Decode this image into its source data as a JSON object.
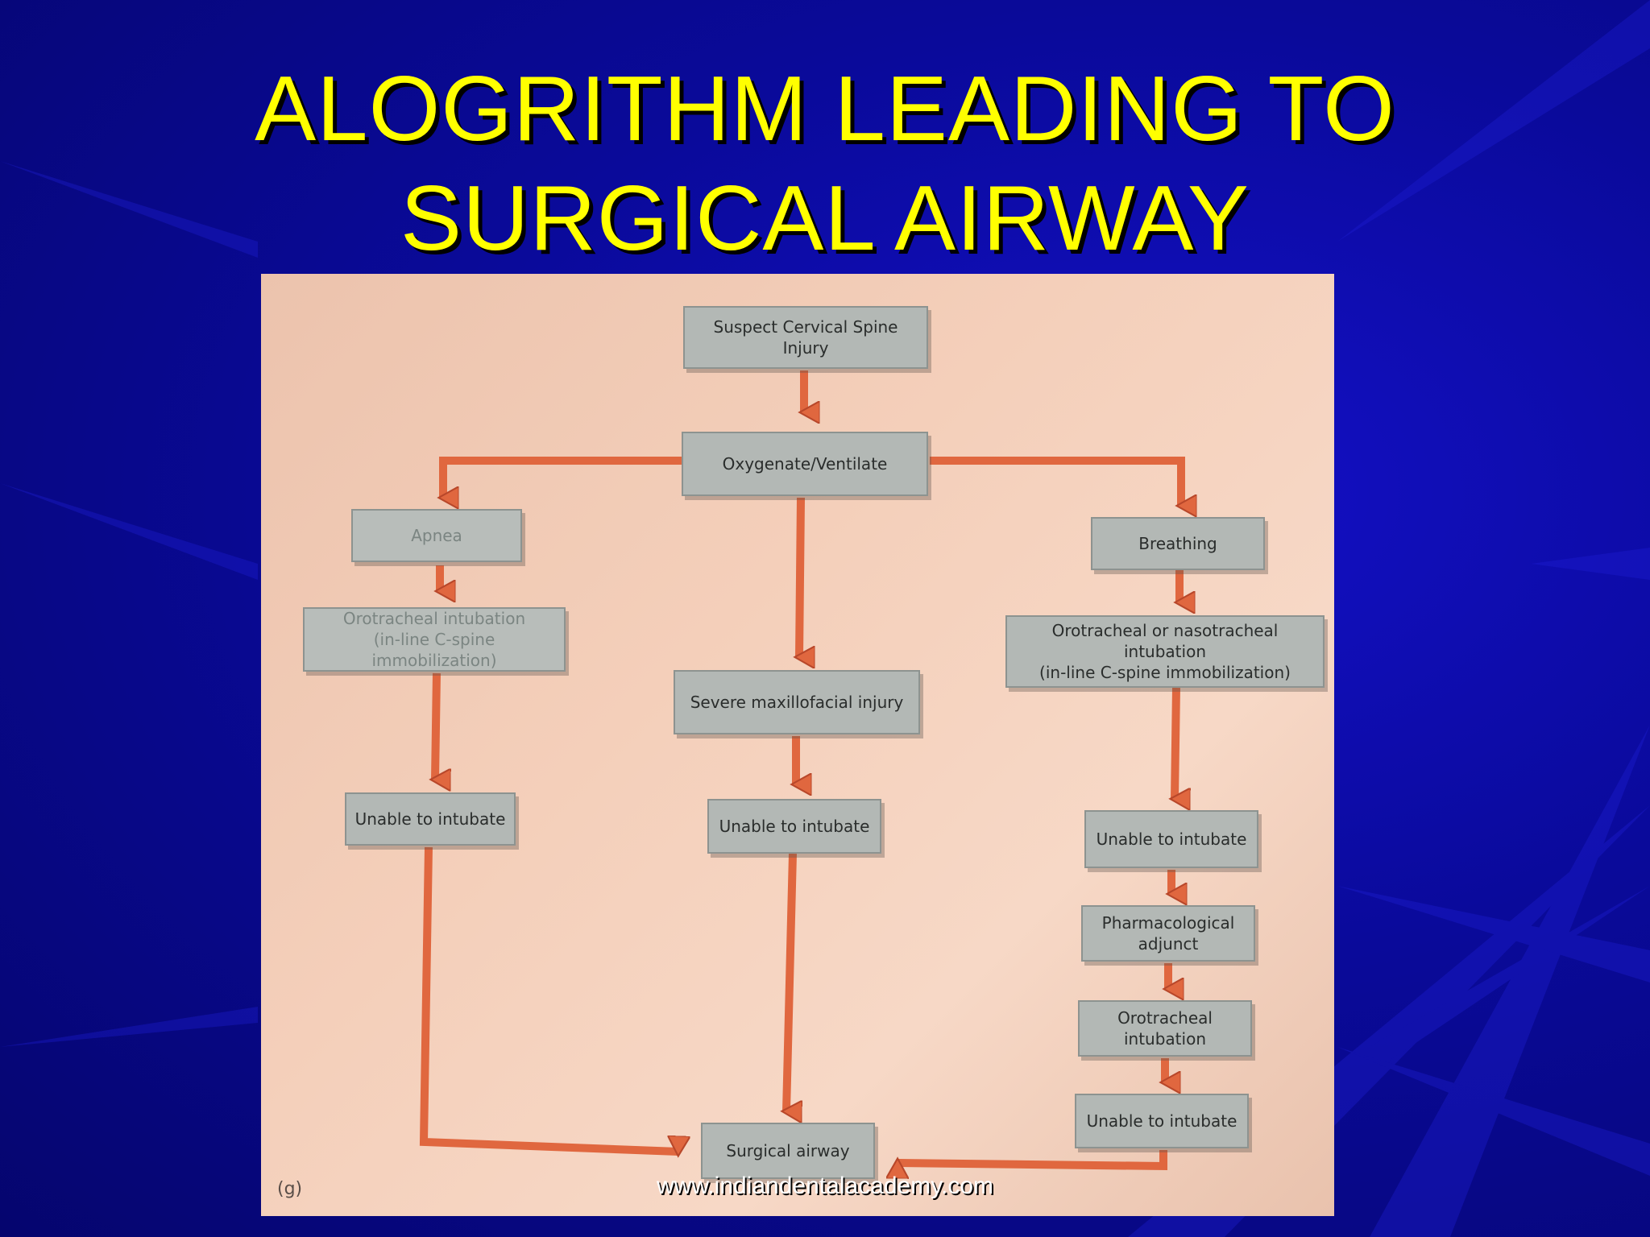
{
  "slide": {
    "title_line1": "ALOGRITHM LEADING TO",
    "title_line2": "SURGICAL AIRWAY",
    "watermark": "www.indiandentalacademy.com"
  },
  "flowchart": {
    "figure_label": "(g)",
    "nodes": {
      "suspect": "Suspect Cervical Spine Injury",
      "oxygenate": "Oxygenate/Ventilate",
      "apnea": "Apnea",
      "oro_left_line1": "Orotracheal intubation",
      "oro_left_line2": "(in-line C-spine immobilization)",
      "unable_left": "Unable to intubate",
      "severe": "Severe maxillofacial injury",
      "unable_mid": "Unable to intubate",
      "breathing": "Breathing",
      "oro_naso_line1": "Orotracheal or nasotracheal intubation",
      "oro_naso_line2": "(in-line C-spine immobilization)",
      "unable_right": "Unable to intubate",
      "pharma_line1": "Pharmacological",
      "pharma_line2": "adjunct",
      "oro_right_line1": "Orotracheal",
      "oro_right_line2": "intubation",
      "unable_right2": "Unable to intubate",
      "surgical": "Surgical airway"
    },
    "colors": {
      "arrow": "#e0673f",
      "arrow_outline": "#b8472a",
      "box": "#b3b8b5",
      "paper": "#f4cfba",
      "title": "#ffff00",
      "background": "#0a0a9a"
    }
  }
}
